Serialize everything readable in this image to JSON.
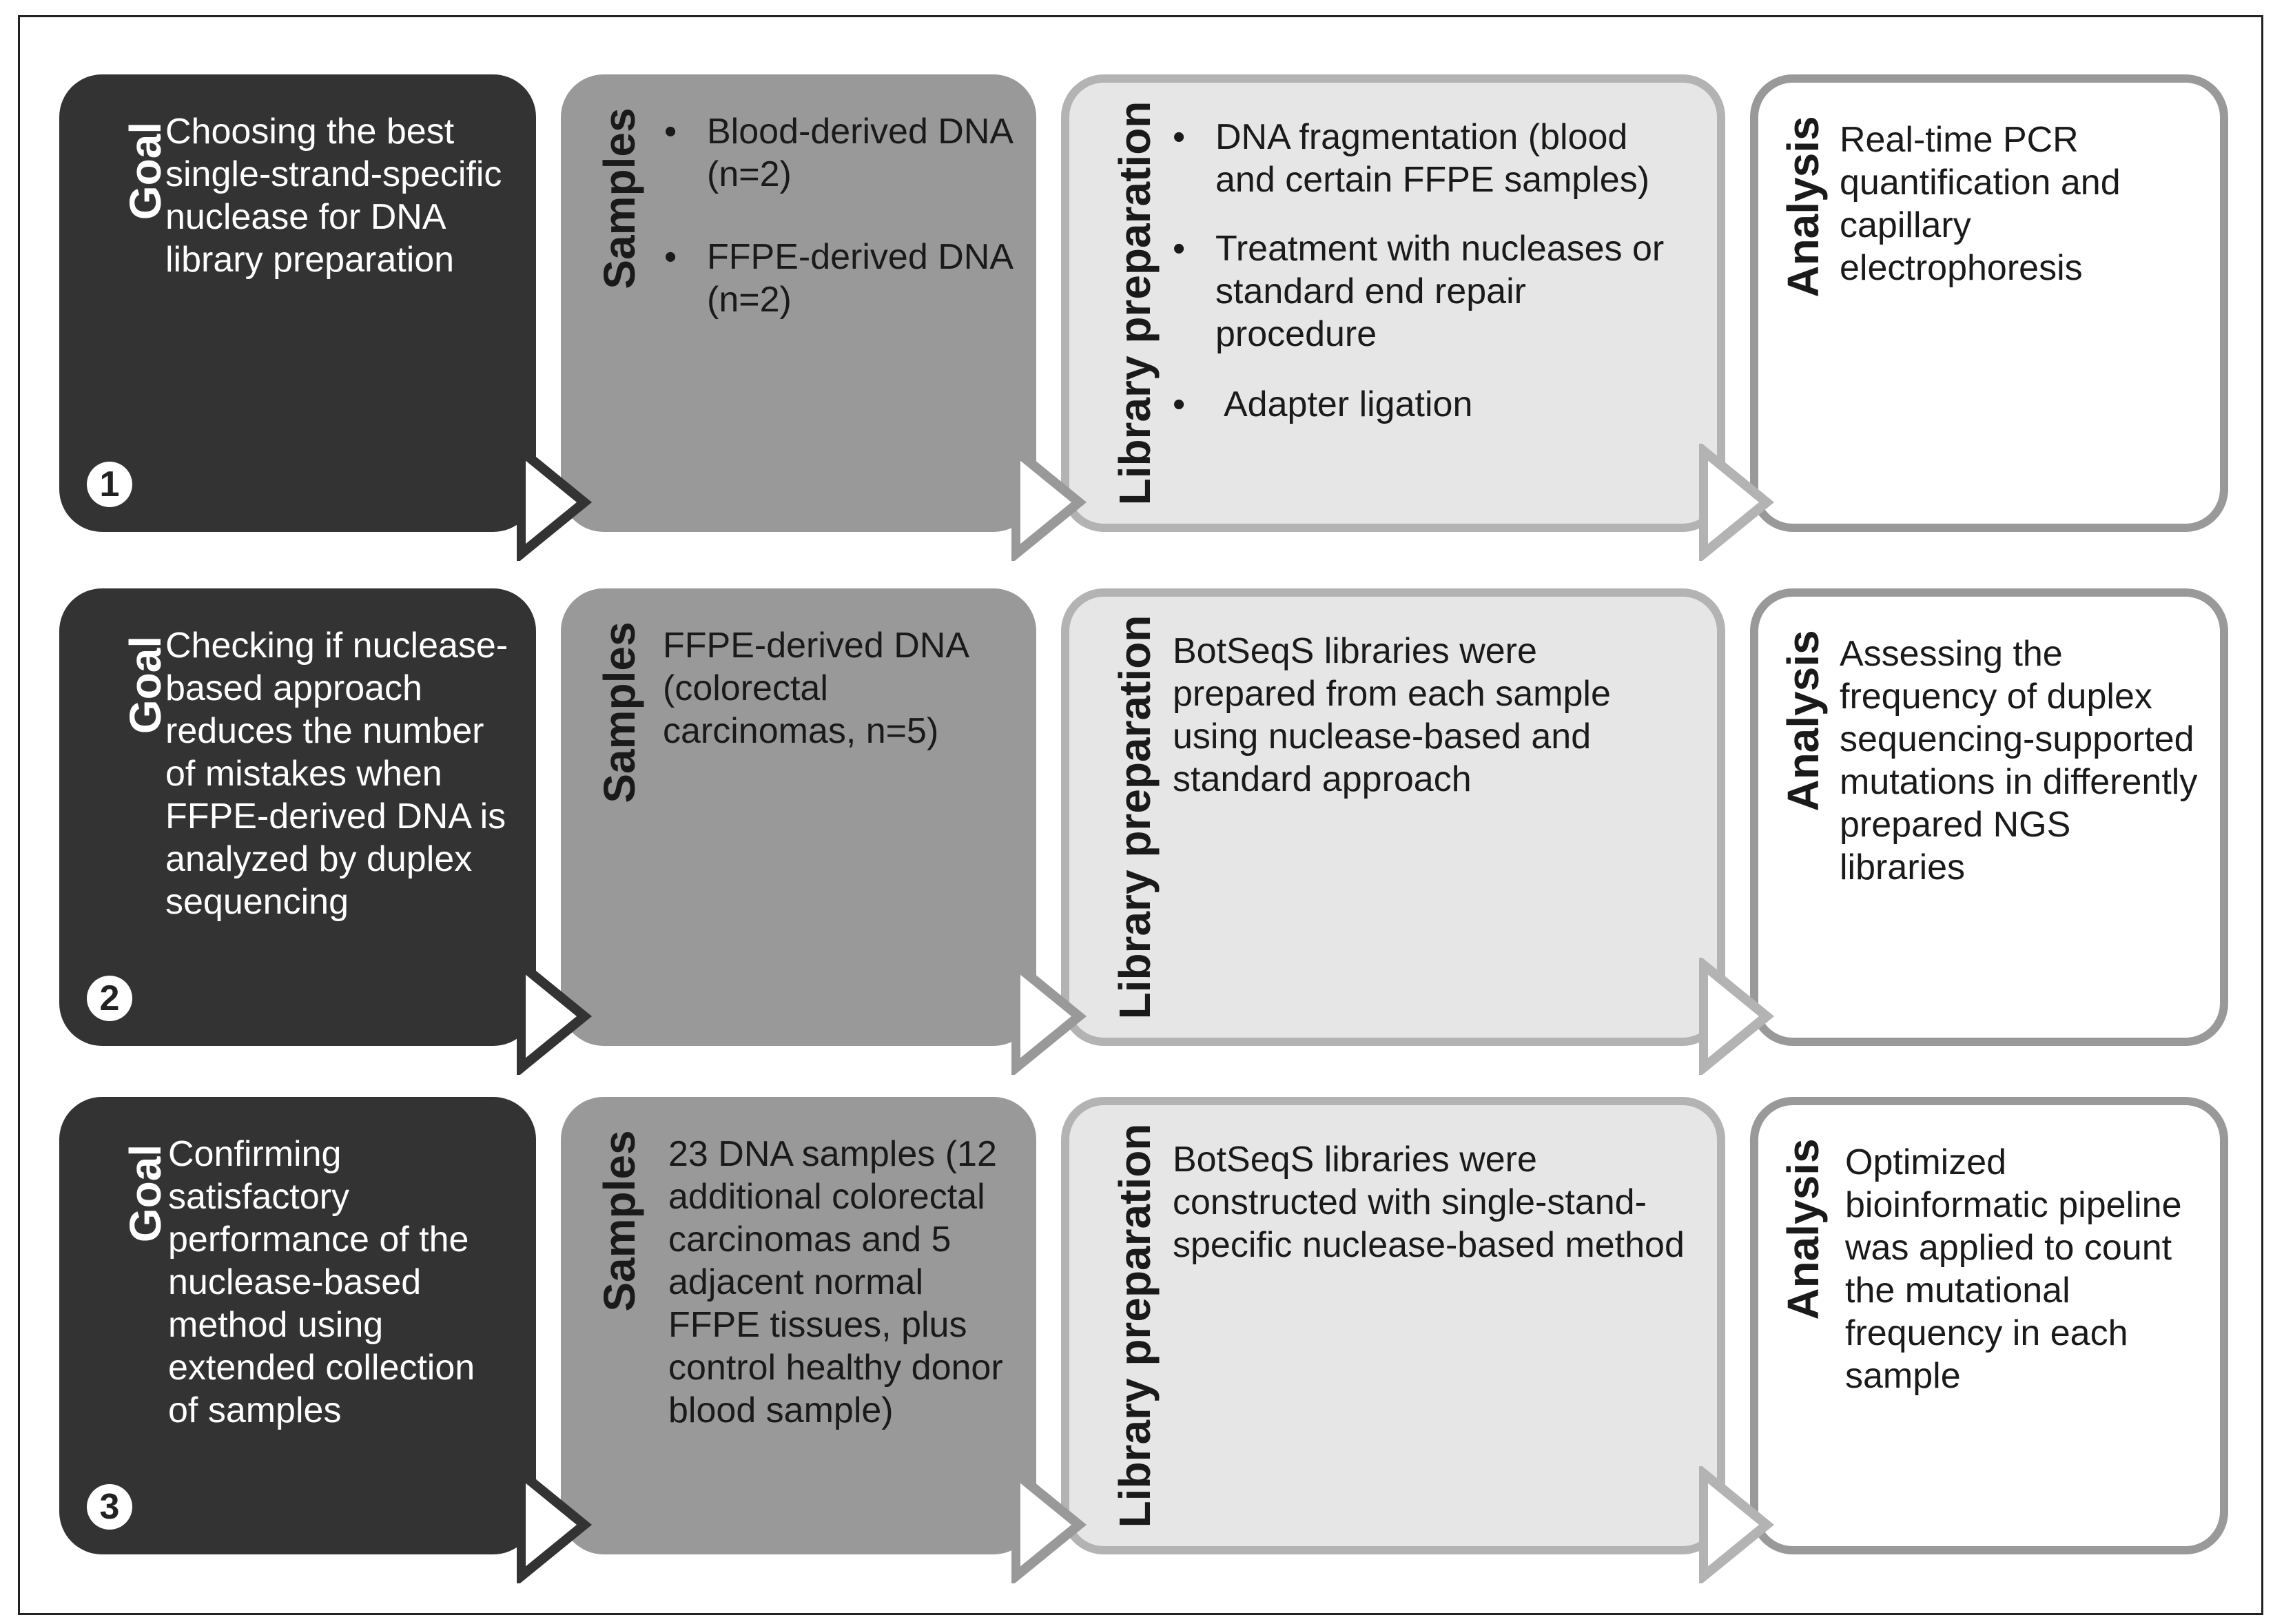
{
  "labels": {
    "goal": "Goal",
    "samples": "Samples",
    "library_preparation": "Library preparation",
    "analysis": "Analysis"
  },
  "rows": [
    {
      "number": "1",
      "goal": "Choosing the best single-strand-specific nuclease for DNA library preparation",
      "samples": [
        "Blood-derived DNA (n=2)",
        "FFPE-derived DNA (n=2)"
      ],
      "library_preparation": [
        "DNA fragmentation (blood and certain FFPE samples)",
        "Treatment with nucleases or standard end repair procedure",
        "Adapter ligation"
      ],
      "analysis": "Real-time PCR quantification and capillary electrophoresis"
    },
    {
      "number": "2",
      "goal": "Checking if nuclease-based approach reduces the number of mistakes when FFPE-derived DNA is analyzed by duplex sequencing",
      "samples": "FFPE-derived DNA (colorectal carcinomas, n=5)",
      "library_preparation": "BotSeqS libraries were prepared from each sample using nuclease-based and standard approach",
      "analysis": "Assessing the frequency of duplex sequencing-supported mutations in differently prepared NGS libraries"
    },
    {
      "number": "3",
      "goal": "Confirming satisfactory performance of the nuclease-based method using extended collection of samples",
      "samples": "23 DNA samples (12 additional colorectal carcinomas and 5 adjacent normal FFPE tissues, plus control healthy donor blood sample)",
      "library_preparation": "BotSeqS libraries were constructed with single-stand-specific nuclease-based method",
      "analysis": "Optimized bioinformatic pipeline was applied to count the mutational frequency in each sample"
    }
  ],
  "colors": {
    "goal_fill": "#333333",
    "samples_fill": "#999999",
    "library_fill": "#e6e6e6",
    "library_border": "#b3b3b3",
    "analysis_fill": "#ffffff",
    "analysis_border": "#999999"
  }
}
